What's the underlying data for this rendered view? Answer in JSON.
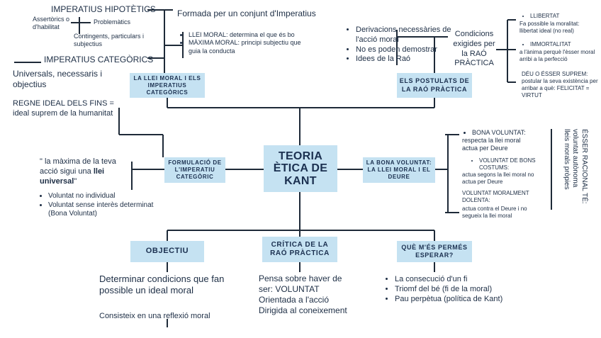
{
  "center": {
    "title": "TEORIA ÈTICA DE KANT"
  },
  "boxes": {
    "llei_moral": "LA LLEI MORAL I ELS IMPERATIUS CATEGÒRICS",
    "postulats": "ELS POSTULATS DE LA RAÓ PRÀCTICA",
    "formulacio": "FORMULACIÓ DE L'IMPERATIU CATEGÒRIC",
    "bona_voluntat": "LA BONA VOLUNTAT: LA LLEI MORAL I EL DEURE",
    "objectiu": "OBJECTIU",
    "critica": "CRÍTICA DE LA RAÓ PRÀCTICA",
    "permes": "QUÈ M'ÉS PERMÉS ESPERAR?"
  },
  "top_left": {
    "hipotetics": "IMPERATIUS HIPOTÈTICS",
    "assertorics": "Assertòrics o d'habilitat",
    "problematics": "Problemàtics",
    "contingents": "Contingents, particulars i subjectius",
    "categorics": "IMPERATIUS CATEGÒRICS",
    "universals": "Universals, necessaris i objectius",
    "formada": "Formada per un conjunt d'Imperatius",
    "items": [
      "LLEI MORAL: determina el que és bo",
      "MÀXIMA MORAL: principi subjectiu que guia la conducta"
    ]
  },
  "top_right": {
    "items": [
      "Derivacions necessàries de l'acció moral",
      "No es poden demostrar",
      "Idees de la Raó"
    ],
    "condicions": "Condicions exigides per la RAÓ PRÀCTICA",
    "llibertat_title": "LLIBERTAT",
    "llibertat_desc": "Fa possible la moralitat: llibertat ideal (no real)",
    "immortalitat_title": "IMMORTALITAT",
    "immortalitat_desc": "a l'ànima perquè l'èsser moral arribi a la perfecció",
    "deu": "DÉU  O ÉSSER SUPREM: postular la seva existència per arribar a què: FELICITAT = VIRTUT"
  },
  "left_mid": {
    "regne": "REGNE IDEAL DELS FINS = ideal suprem de la humanitat",
    "maxima_pre": "\" la màxima de la teva acció sigui una ",
    "maxima_bold": "llei universal",
    "maxima_post": "\"",
    "items": [
      "Voluntat no individual",
      "Voluntat sense interès determinat (Bona Voluntat)"
    ]
  },
  "right_mid": {
    "bona_title": "BONA VOLUNTAT:",
    "bona_desc": "respecta la llei moral actua per Deure",
    "bons_costums_title": "VOLUNTAT DE BONS COSTUMS:",
    "bons_costums_desc": "actua segons la llei moral no actua per Deure",
    "dolenta_title": "VOLUNTAT MORALMENT DOLENTA:",
    "dolenta_desc": "actua contra el Deure i no segueix la llei moral",
    "esser_line1": "ÉSSER RACIONAL TÉ:",
    "esser_line2": "voluntat autònoma",
    "esser_line3": "lleis morals pròpies"
  },
  "bottom": {
    "objectiu_1": "Determinar condicions que fan possible un ideal moral",
    "objectiu_2": "Consisteix en una reflexió moral",
    "critica_text": "Pensa sobre haver de ser: VOLUNTAT Orientada a l'acció Dirigida al coneixement",
    "permes_items": [
      "La consecució d'un fi",
      "Triomf del bé (fi de la moral)",
      "Pau perpètua (política de Kant)"
    ]
  },
  "colors": {
    "box": "#c5e2f2",
    "line": "#1e2a38",
    "text": "#1d2e45"
  }
}
